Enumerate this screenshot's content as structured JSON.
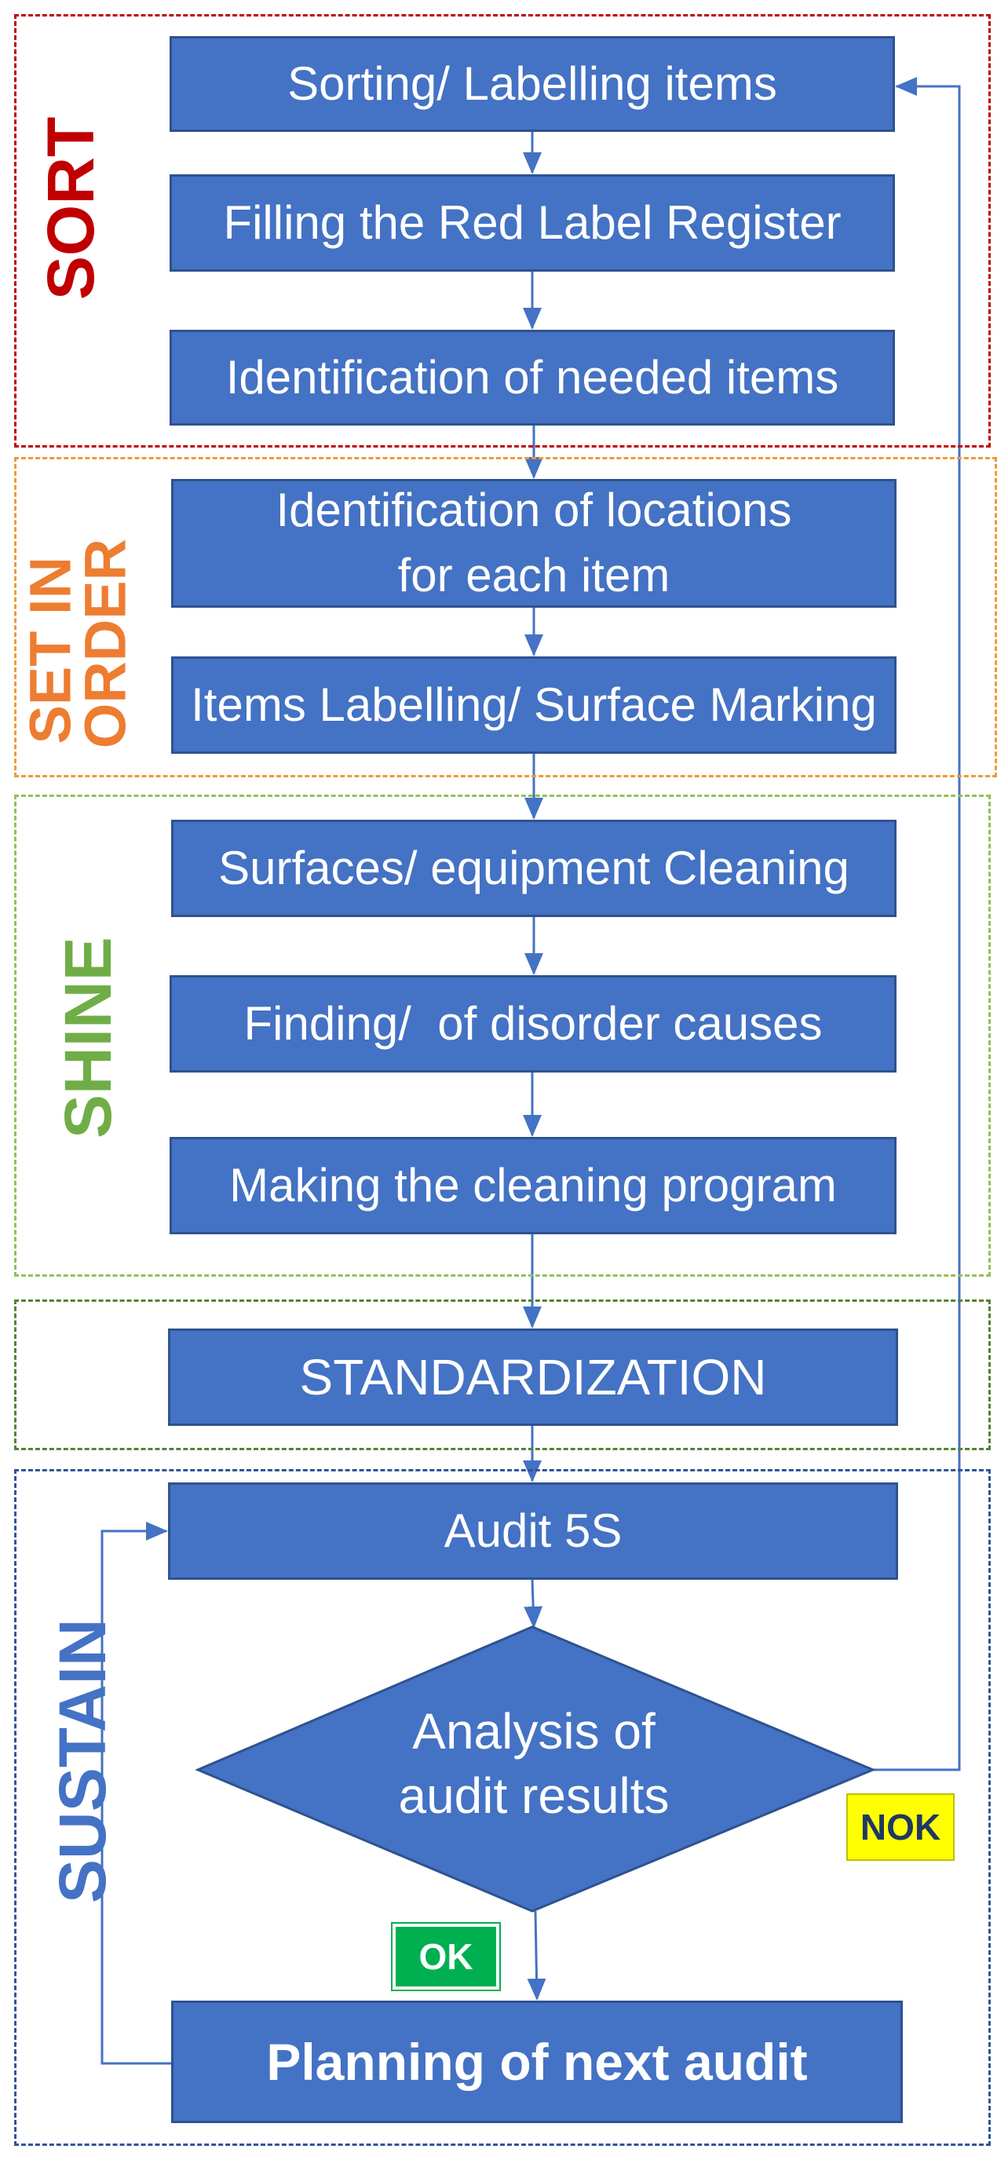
{
  "zones": {
    "sort": "SORT",
    "set_in_order": "SET IN\nORDER",
    "shine": "SHINE",
    "sustain": "SUSTAIN"
  },
  "steps": {
    "sorting": "Sorting/ Labelling items",
    "red_label": "Filling the Red Label Register",
    "needed_items": "Identification of needed items",
    "locations": "Identification of locations\nfor each item",
    "surface_marking": "Items Labelling/ Surface Marking",
    "cleaning": "Surfaces/ equipment Cleaning",
    "disorder": "Finding/  of disorder causes",
    "program": "Making the cleaning program",
    "standardization": "STANDARDIZATION",
    "audit": "Audit 5S",
    "analysis": "Analysis of\naudit results",
    "planning": "Planning of next audit"
  },
  "decisions": {
    "nok": "NOK",
    "ok": "OK"
  },
  "colors": {
    "box_fill": "#4472C4",
    "box_border": "#2F528F",
    "sort": "#C00000",
    "set_in_order": "#ED7D31",
    "shine": "#70AD47",
    "standardize": "#548235",
    "sustain": "#4472C4",
    "nok_badge": "#FFFF00",
    "ok_badge": "#00B050"
  }
}
